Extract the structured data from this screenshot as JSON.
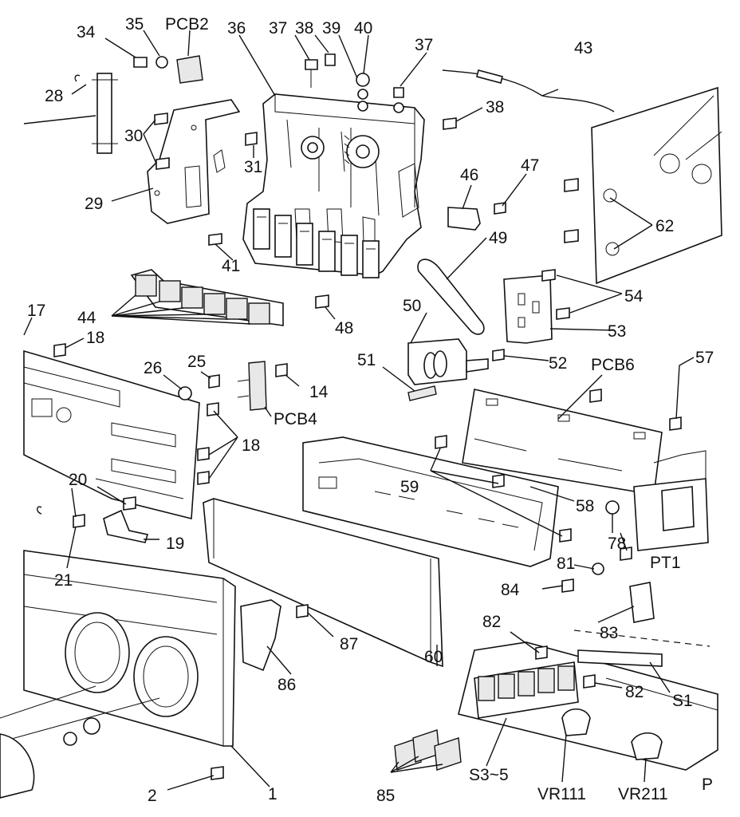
{
  "labels": {
    "l34": "34",
    "l35": "35",
    "lpcb2": "PCB2",
    "l36": "36",
    "l37a": "37",
    "l38a": "38",
    "l39": "39",
    "l40": "40",
    "l37b": "37",
    "l43": "43",
    "l28": "28",
    "l30": "30",
    "l31": "31",
    "l29": "29",
    "l38b": "38",
    "l46": "46",
    "l47": "47",
    "l62": "62",
    "l41": "41",
    "l49": "49",
    "l54": "54",
    "l44": "44",
    "l17": "17",
    "l18a": "18",
    "l48": "48",
    "l50": "50",
    "l53": "53",
    "l25": "25",
    "l26": "26",
    "l14": "14",
    "l51": "51",
    "l52": "52",
    "lpcb6": "PCB6",
    "l57": "57",
    "lpcb4": "PCB4",
    "l18b": "18",
    "l59": "59",
    "l58": "58",
    "l20": "20",
    "l78": "78",
    "l19": "19",
    "l21": "21",
    "lpt1": "PT1",
    "l81": "81",
    "l84": "84",
    "l83": "83",
    "l82a": "82",
    "l87": "87",
    "l60": "60",
    "l86": "86",
    "l82b": "82",
    "ls1": "S1",
    "l2": "2",
    "l1": "1",
    "l85": "85",
    "ls35": "S3~5",
    "lvr111": "VR111",
    "lvr211": "VR211",
    "lp": "P"
  }
}
